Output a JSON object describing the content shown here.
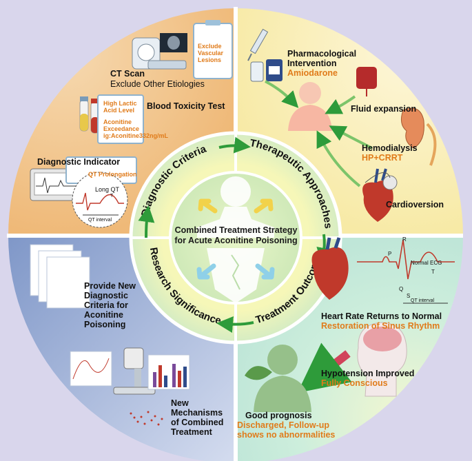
{
  "center": {
    "line1": "Combined Treatment Strategy",
    "line2": "for Acute Aconitine Poisoning"
  },
  "ring": {
    "diagnostic_criteria": "Diagnostic Criteria",
    "therapeutic_approaches": "Therapeutic Approaches",
    "treatment_outcome": "Treatment Outcome",
    "research_significance": "Research Significance"
  },
  "diagnosis": {
    "ct_title": "CT Scan",
    "ct_sub": "Exclude Other Etiologies",
    "ct_clip": [
      "Exclude",
      "Vascular",
      "Lesions"
    ],
    "blood_title": "Blood Toxicity Test",
    "blood_clip1": [
      "High Lactic",
      "Acid Level"
    ],
    "blood_clip2": [
      "Aconitine",
      "Exceedance",
      "ig:Aconitine332ng/mL"
    ],
    "indicator_title": "Diagnostic Indicator",
    "indicator_clip": "QT Prolongation",
    "long_qt": "Long QT",
    "qt_interval": "QT interval",
    "t_mark": "T"
  },
  "therapy": {
    "pharma_title": [
      "Pharmacological",
      "Intervention"
    ],
    "pharma_drug": "Amiodarone",
    "fluid": "Fluid expansion",
    "hemo_title": "Hemodialysis",
    "hemo_sub": "HP+CRRT",
    "cardio": "Cardioversion"
  },
  "outcome": {
    "ecg_title": "Normal ECG",
    "ecg_p": "P",
    "ecg_q": "Q",
    "ecg_r": "R",
    "ecg_s": "S",
    "ecg_t": "T",
    "ecg_qt": "QT interval",
    "heart_title": "Heart Rate Returns to Normal",
    "heart_sub": "Restoration of Sinus Rhythm",
    "hypo_title": "Hypotension Improved",
    "hypo_sub": "Fully Conscious",
    "prog_title": "Good prognosis",
    "prog_sub": [
      "Discharged, Follow-up",
      "shows no abnormalities"
    ]
  },
  "research": {
    "criteria": [
      "Provide New",
      "Diagnostic",
      "Criteria for",
      "Aconitine",
      "Poisoning"
    ],
    "mechanisms": [
      "New",
      "Mechanisms",
      "of Combined",
      "Treatment"
    ]
  },
  "colors": {
    "background": "#d9d6ec",
    "q1": "#f2c792",
    "q2": "#fbf3c6",
    "q3": "#d6f0e0",
    "q4": "#a9b9dc",
    "arrow": "#2e9b3a",
    "accent_orange": "#e07b1a"
  }
}
